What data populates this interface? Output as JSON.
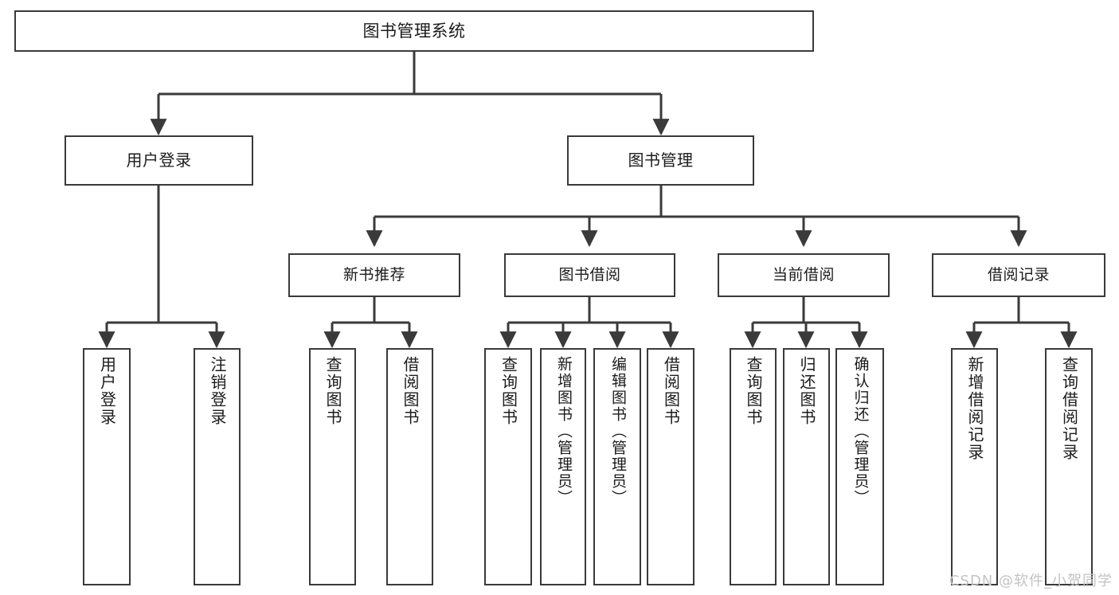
{
  "diagram": {
    "title": "图书管理系统",
    "type": "hierarchy-tree",
    "root": {
      "id": "root",
      "label": "图书管理系统"
    },
    "level1": [
      {
        "id": "user-login",
        "label": "用户登录"
      },
      {
        "id": "book-manage",
        "label": "图书管理"
      }
    ],
    "level2": [
      {
        "id": "new-book-rec",
        "label": "新书推荐",
        "parent": "book-manage"
      },
      {
        "id": "book-borrow",
        "label": "图书借阅",
        "parent": "book-manage"
      },
      {
        "id": "current-borrow",
        "label": "当前借阅",
        "parent": "book-manage"
      },
      {
        "id": "borrow-record",
        "label": "借阅记录",
        "parent": "book-manage"
      }
    ],
    "leaves": [
      {
        "id": "leaf-user-login",
        "label": "用户登录",
        "parent": "user-login"
      },
      {
        "id": "leaf-logout",
        "label": "注销登录",
        "parent": "user-login"
      },
      {
        "id": "leaf-query-book-1",
        "label": "查询图书",
        "parent": "new-book-rec"
      },
      {
        "id": "leaf-borrow-book-1",
        "label": "借阅图书",
        "parent": "new-book-rec"
      },
      {
        "id": "leaf-query-book-2",
        "label": "查询图书",
        "parent": "book-borrow"
      },
      {
        "id": "leaf-add-book",
        "label": "新增图书（管理员）",
        "parent": "book-borrow"
      },
      {
        "id": "leaf-edit-book",
        "label": "编辑图书（管理员）",
        "parent": "book-borrow"
      },
      {
        "id": "leaf-borrow-book-2",
        "label": "借阅图书",
        "parent": "book-borrow"
      },
      {
        "id": "leaf-query-book-3",
        "label": "查询图书",
        "parent": "current-borrow"
      },
      {
        "id": "leaf-return-book",
        "label": "归还图书",
        "parent": "current-borrow"
      },
      {
        "id": "leaf-confirm-return",
        "label": "确认归还（管理员）",
        "parent": "current-borrow"
      },
      {
        "id": "leaf-add-record",
        "label": "新增借阅记录",
        "parent": "borrow-record"
      },
      {
        "id": "leaf-query-record",
        "label": "查询借阅记录",
        "parent": "borrow-record"
      }
    ],
    "watermark": "CSDN @软件_小贺同学",
    "colors": {
      "stroke": "#3a3a3a",
      "background": "#ffffff",
      "text": "#1b1b1b",
      "watermark": "#c3c3c3"
    }
  }
}
